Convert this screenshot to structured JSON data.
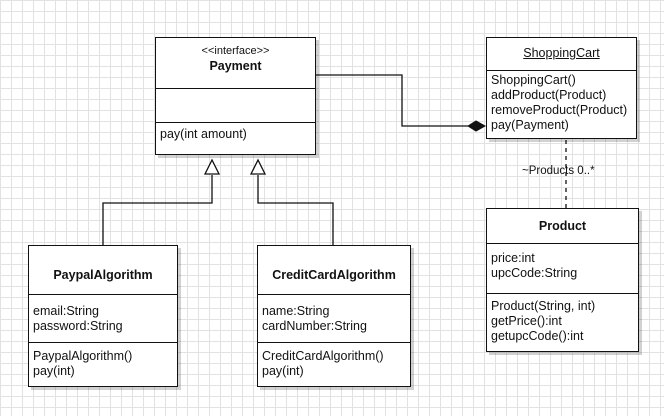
{
  "payment": {
    "stereotype": "<<interface>>",
    "name": "Payment",
    "attributes": [],
    "operations": [
      "pay(int amount)"
    ]
  },
  "shopping_cart": {
    "name": "ShoppingCart",
    "operations": [
      "ShoppingCart()",
      "addProduct(Product)",
      "removeProduct(Product)",
      "pay(Payment)"
    ]
  },
  "product": {
    "name": "Product",
    "attributes": [
      "price:int",
      "upcCode:String"
    ],
    "operations": [
      "Product(String, int)",
      "getPrice():int",
      "getupcCode():int"
    ]
  },
  "paypal": {
    "name": "PaypalAlgorithm",
    "attributes": [
      "email:String",
      "password:String"
    ],
    "operations": [
      "PaypalAlgorithm()",
      "pay(int)"
    ]
  },
  "credit_card": {
    "name": "CreditCardAlgorithm",
    "attributes": [
      "name:String",
      "cardNumber:String"
    ],
    "operations": [
      "CreditCardAlgorithm()",
      "pay(int)"
    ]
  },
  "association_label": "~Products 0..*"
}
